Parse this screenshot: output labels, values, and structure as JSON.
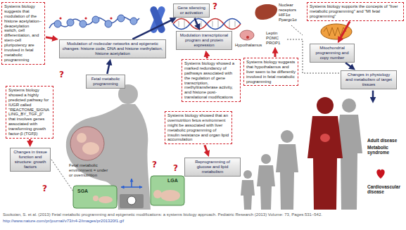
{
  "diagram": {
    "caption": "Sookoian, S. et al. (2013) Fetal metabolic programming and epigenetic modifications: a systems biology approach. Pediatric Research (2013) Volume: 73, Pages:531–542.",
    "nodes": [
      {
        "text": [
          "Systems biology suggests that modulation of the histone acetylation–deacetylation switch, cell differentiation, and stem-cell pluripotency are involved in fetal metabolic programming"
        ]
      },
      {
        "text": [
          "Modulation of molecular networks and epigenetic changes: histone code, DNA and histone methylation, histone acetylation"
        ]
      },
      {
        "text": [
          "Gene silencing or activation"
        ]
      },
      {
        "text": [
          "Modulation transcriptional program and protein expression"
        ]
      },
      {
        "text": [
          "Systems biology supports the concepts of \"liver metabolic programming\" and \"MI fetal programming\""
        ]
      },
      {
        "text": [
          "Mitochondrial programming and copy number"
        ]
      },
      {
        "text": [
          "Systems biology showed a marked redundancy of pathways associated with the regulation of gene transcription, methyltransferase activity, and histone post-translational modifications"
        ]
      },
      {
        "text": [
          "Systems biology suggests that hypothalamus and liver seem to be differently involved in fetal metabolic programming"
        ]
      },
      {
        "text": [
          "Changes in physiology and metabolism of target tissues"
        ]
      },
      {
        "text": [
          "Fetal metabolic programming"
        ]
      },
      {
        "text": [
          "Systems biology showed a highly predicted pathway for IUGR called \"REACTOME_SIGNALING_BY_TGF_β\" that involves genes associated with transforming growth factor-β (TGFβ)"
        ]
      },
      {
        "text": [
          "Changes in tissue function and structure: growth factors"
        ]
      },
      {
        "text": [
          "Systems biology showed that an overnutrition fetus environment might be associated with liver metabolic programming of insulin resistance and organ lipid accumulation"
        ]
      },
      {
        "text": [
          "Reprogramming of glucose and lipid metabolism"
        ]
      }
    ],
    "edges": [
      {
        "from": 9,
        "to": 1,
        "arrow": "to"
      },
      {
        "from": 1,
        "to": 2,
        "arrow": "to"
      },
      {
        "from": 2,
        "to": 3,
        "arrow": "to"
      },
      {
        "from": 5,
        "to": 8,
        "arrow": "to"
      },
      {
        "from": 0,
        "to": 1,
        "arrow": "to"
      },
      {
        "from": 4,
        "to": 5,
        "arrow": "to"
      },
      {
        "from": 6,
        "to": 3,
        "arrow": "to"
      },
      {
        "from": 10,
        "to": 11,
        "arrow": "to"
      },
      {
        "from": 12,
        "to": 13,
        "arrow": "to"
      }
    ],
    "labels": [
      "Nuclear receptors HIF1α Ppargc1α",
      "Leptin POMC PROP1",
      "Hypothalamus",
      "Fetal metabolic environment = under or overnutrition",
      "SGA",
      "LGA",
      "Adult disease",
      "Metabolic syndrome",
      "Cardiovascular disease",
      "?",
      "?",
      "?",
      "?",
      "?",
      "http://www.nature.com/pr/journal/v73/n4-2/images/pr201320f1.gif"
    ]
  }
}
